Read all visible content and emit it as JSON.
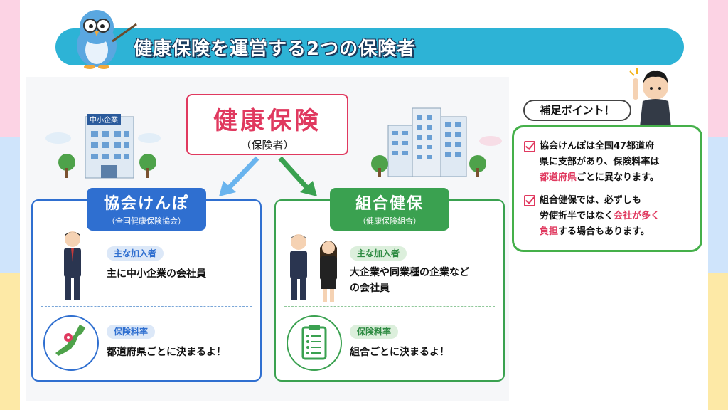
{
  "title": "健康保険を運営する2つの保険者",
  "center": {
    "title": "健康保険",
    "sub": "（保険者）"
  },
  "building_sign": "中小企業",
  "left_card": {
    "title": "協会けんぽ",
    "sub": "（全国健康保険協会）",
    "tag1": "主な加入者",
    "text1": "主に中小企業の会社員",
    "tag2": "保険料率",
    "text2": "都道府県ごとに決まるよ！"
  },
  "right_card": {
    "title": "組合健保",
    "sub": "（健康保険組合）",
    "tag1": "主な加入者",
    "text1_line1": "大企業や同業種の企業など",
    "text1_line2": "の会社員",
    "tag2": "保険料率",
    "text2": "組合ごとに決まるよ！"
  },
  "side": {
    "tag": "補足ポイント！",
    "p1_line1": "協会けんぽは全国47都道府",
    "p1_line2": "県に支部があり、保険料率は",
    "p1_hl": "都道府県",
    "p1_line3_rest": "ごとに異なります。",
    "p2_line1": "組合健保では、必ずしも",
    "p2_line2_pre": "労使折半ではなく",
    "p2_hl1": "会社が多く",
    "p2_hl2": "負担",
    "p2_line3_rest": "する場合もあります。"
  },
  "colors": {
    "blue": "#2f6fd0",
    "green": "#3aa150",
    "pink": "#e0395f",
    "title_bar": "#2db3d6"
  },
  "icons": [
    "owl-mascot-icon",
    "office-building-icon",
    "businessman-icon",
    "businesswoman-icon",
    "japan-map-icon",
    "clipboard-icon",
    "boy-pointing-icon"
  ]
}
